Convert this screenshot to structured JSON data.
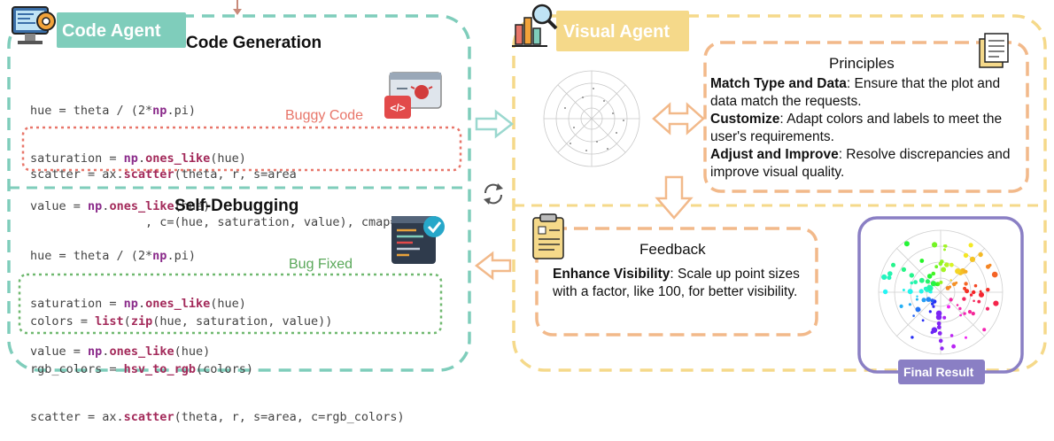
{
  "code_agent": {
    "label": "Code Agent",
    "code_generation": {
      "title": "Code Generation",
      "lines": [
        "hue = theta / (2*np.pi)",
        "saturation = np.ones_like(hue)",
        "value = np.ones_like(hue)"
      ],
      "buggy_label": "Buggy Code",
      "buggy_lines": [
        "scatter = ax.scatter(theta, r, s=area",
        "                , c=(hue, saturation, value), cmap='hsv')"
      ]
    },
    "self_debugging": {
      "title": "Self-Debugging",
      "lines": [
        "hue = theta / (2*np.pi)",
        "saturation = np.ones_like(hue)",
        "value = np.ones_like(hue)"
      ],
      "fixed_label": "Bug Fixed",
      "fixed_lines": [
        "colors = list(zip(hue, saturation, value))",
        "rgb_colors = hsv_to_rgb(colors)",
        "scatter = ax.scatter(theta, r, s=area, c=rgb_colors)"
      ]
    }
  },
  "visual_agent": {
    "label": "Visual Agent",
    "principles": {
      "title": "Principles",
      "items": [
        {
          "bold": "Match Type and Data",
          "text": ": Ensure that the plot and data match the requests."
        },
        {
          "bold": "Customize",
          "text": ": Adapt colors and labels to meet the user's requirements."
        },
        {
          "bold": "Adjust and Improve",
          "text": ": Resolve discrepancies and improve visual quality."
        }
      ]
    },
    "feedback": {
      "title": "Feedback",
      "bold": "Enhance Visibility",
      "text": ": Scale up point sizes with a factor, like 100, for better visibility."
    },
    "final_result": "Final Result"
  },
  "colors": {
    "code_agent": "#7fcdbb",
    "visual_agent": "#f5d98a",
    "buggy": "#e8766a",
    "fixed": "#6fb86f",
    "principles_border": "#f2b98a",
    "final_border": "#8a7fc4"
  },
  "icons": [
    "computer-gear-icon",
    "chart-magnifier-icon",
    "bug-code-icon",
    "code-check-icon",
    "document-stack-icon",
    "clipboard-feedback-icon",
    "refresh-icon"
  ]
}
